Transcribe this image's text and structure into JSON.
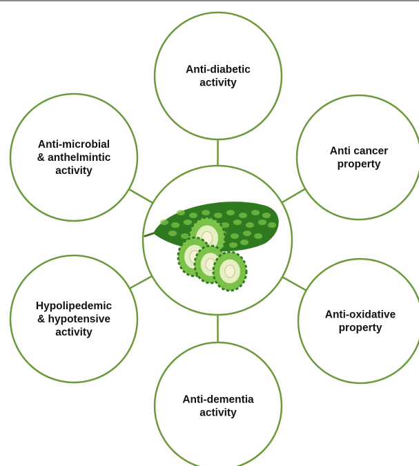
{
  "diagram": {
    "center": {
      "icon": "bitter-gourd-image"
    },
    "nodes": [
      {
        "id": "anti-diabetic",
        "lines": [
          "Anti-diabetic",
          "activity"
        ]
      },
      {
        "id": "anti-cancer",
        "lines": [
          "Anti cancer",
          "property"
        ]
      },
      {
        "id": "anti-oxidative",
        "lines": [
          "Anti-oxidative",
          "property"
        ]
      },
      {
        "id": "anti-dementia",
        "lines": [
          "Anti-dementia",
          "activity"
        ]
      },
      {
        "id": "hypolipidemic",
        "lines": [
          "Hypolipedemic",
          "& hypotensive",
          "activity"
        ]
      },
      {
        "id": "anti-microbial",
        "lines": [
          "Anti-microbial",
          "& anthelmintic",
          "activity"
        ]
      }
    ],
    "colors": {
      "circle_stroke": "#6a9a3a",
      "gourd_dark": "#2f7a1e",
      "gourd_light": "#7cc24a",
      "slice_flesh": "#e6efc4"
    }
  }
}
